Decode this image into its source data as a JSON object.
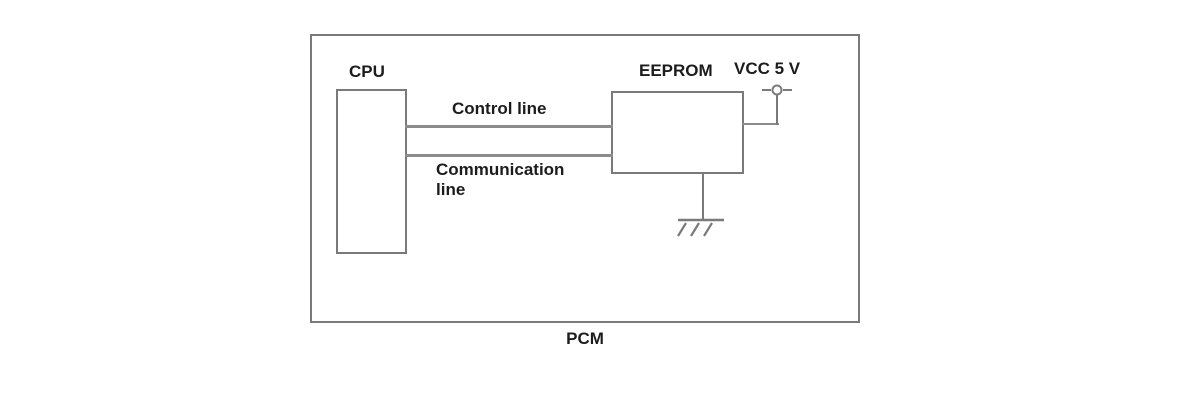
{
  "diagram": {
    "title": "PCM",
    "blocks": {
      "cpu": {
        "label": "CPU"
      },
      "eeprom": {
        "label": "EEPROM"
      }
    },
    "power": {
      "label": "VCC 5 V",
      "terminal_icon": "vcc-terminal-icon"
    },
    "ground": {
      "icon": "ground-icon"
    },
    "wires": {
      "control": {
        "label": "Control line"
      },
      "communication": {
        "label": "Communication line"
      }
    },
    "colors": {
      "stroke": "#7a7a7a",
      "wire": "#8c8c8c",
      "text": "#1c1c1c",
      "background": "#ffffff"
    }
  }
}
